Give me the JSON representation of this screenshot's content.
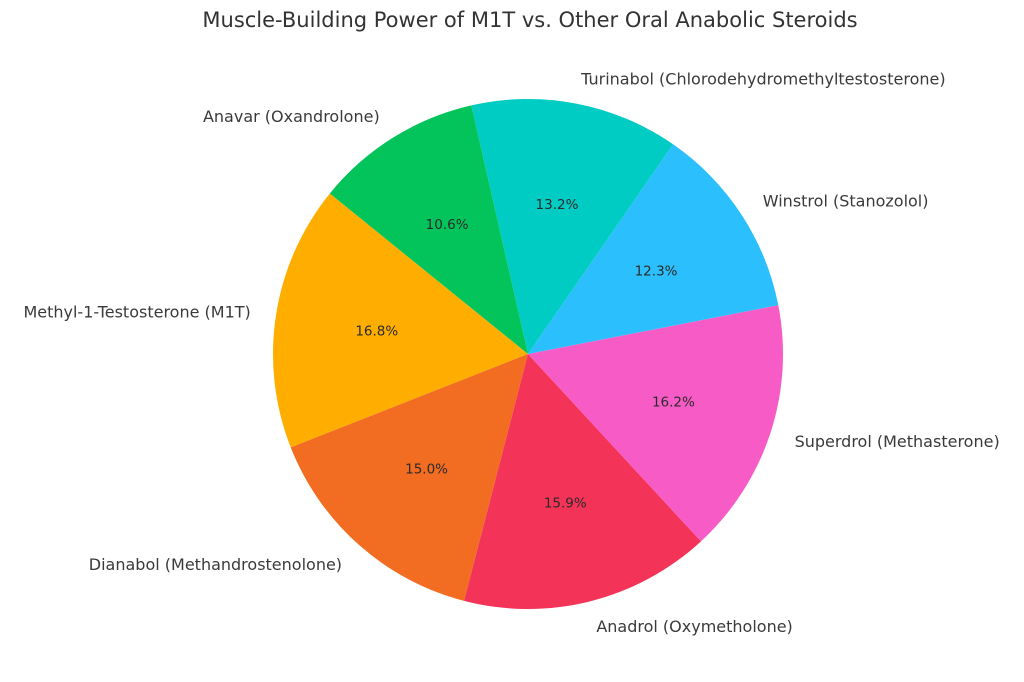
{
  "chart_data": {
    "type": "pie",
    "title": "Muscle-Building Power of M1T vs. Other Oral Anabolic Steroids",
    "slices": [
      {
        "label": "Methyl-1-Testosterone (M1T)",
        "value": 16.8,
        "pct_label": "16.8%",
        "color": "#FFAE00"
      },
      {
        "label": "Dianabol (Methandrostenolone)",
        "value": 15.0,
        "pct_label": "15.0%",
        "color": "#F26C22"
      },
      {
        "label": "Anadrol (Oxymetholone)",
        "value": 15.9,
        "pct_label": "15.9%",
        "color": "#F43358"
      },
      {
        "label": "Superdrol (Methasterone)",
        "value": 16.2,
        "pct_label": "16.2%",
        "color": "#F75CC6"
      },
      {
        "label": "Winstrol (Stanozolol)",
        "value": 12.3,
        "pct_label": "12.3%",
        "color": "#2CBFFE"
      },
      {
        "label": "Turinabol (Chlorodehydromethyltestosterone)",
        "value": 13.2,
        "pct_label": "13.2%",
        "color": "#00CCC3"
      },
      {
        "label": "Anavar (Oxandrolone)",
        "value": 10.6,
        "pct_label": "10.6%",
        "color": "#03C45B"
      }
    ]
  }
}
